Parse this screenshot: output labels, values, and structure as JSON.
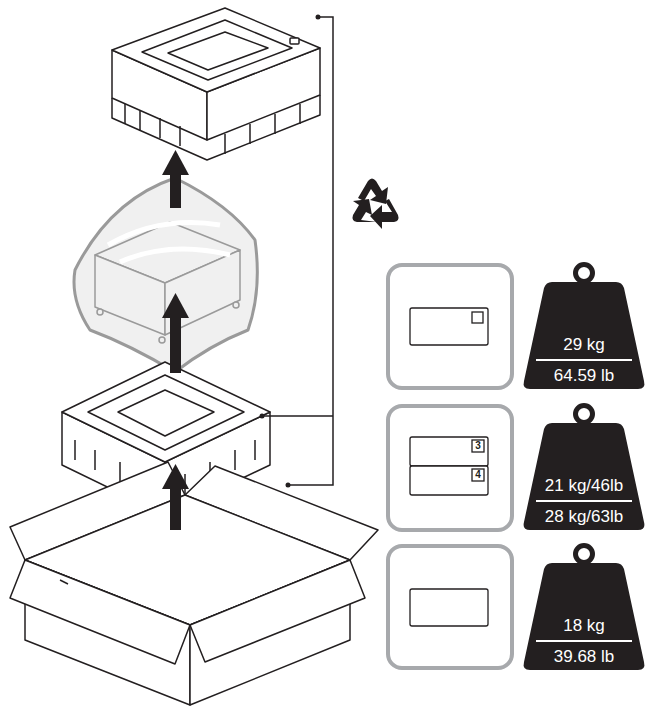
{
  "diagram": {
    "nodes": [
      {
        "text": [
          "29 kg",
          "64.59 lb"
        ]
      },
      {
        "text": [
          "21 kg/46lb",
          "28 kg/63lb"
        ]
      },
      {
        "text": [
          "18 kg",
          "39.68 lb"
        ]
      }
    ],
    "labels": [
      "3",
      "4"
    ]
  }
}
